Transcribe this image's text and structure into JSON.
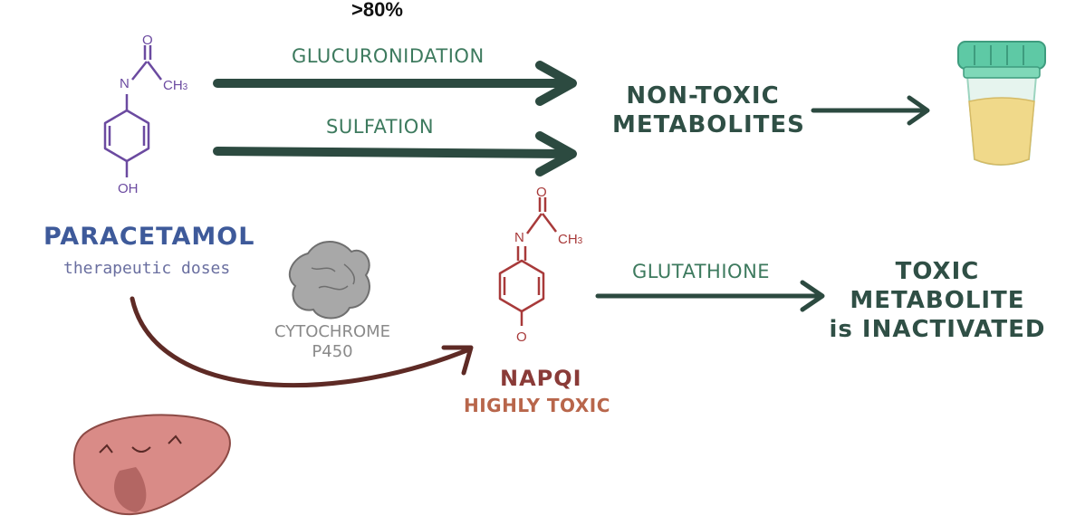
{
  "header": {
    "percent": ">80%"
  },
  "pathways": {
    "glucuronidation": "GLUCURONIDATION",
    "sulfation": "SULFATION",
    "glutathione": "GLUTATHIONE"
  },
  "results": {
    "non_toxic": {
      "line1": "NON-TOXIC",
      "line2": "METABOLITES"
    },
    "toxic_inactivated": {
      "line1": "TOXIC",
      "line2": "METABOLITE",
      "line3": "is INACTIVATED"
    }
  },
  "paracetamol": {
    "name": "PARACETAMOL",
    "subtitle": "therapeutic doses",
    "atoms": {
      "o": "O",
      "n": "N",
      "ch": "CH",
      "three": "3",
      "oh": "OH"
    }
  },
  "enzyme": {
    "line1": "CYTOCHROME",
    "line2": "P450"
  },
  "napqi": {
    "name": "NAPQI",
    "subtitle": "HIGHLY TOXIC",
    "atoms": {
      "o_top": "O",
      "n": "N",
      "ch": "CH",
      "three": "3",
      "o_bottom": "O"
    }
  },
  "colors": {
    "arrow_dark": "#2c4a40",
    "pathway_text": "#3d7a5e",
    "paracetamol": "#3e5a9a",
    "paracetamol_structure": "#6b4aa0",
    "napqi_structure": "#a83a3a",
    "enzyme_gray": "#9a9a9a",
    "liver": "#d98b87",
    "urine_cup": "#5ec9a5",
    "urine_fluid": "#f0d98a"
  },
  "icons": [
    "arrow-right-icon",
    "urine-cup-icon",
    "liver-icon",
    "enzyme-blob-icon"
  ]
}
